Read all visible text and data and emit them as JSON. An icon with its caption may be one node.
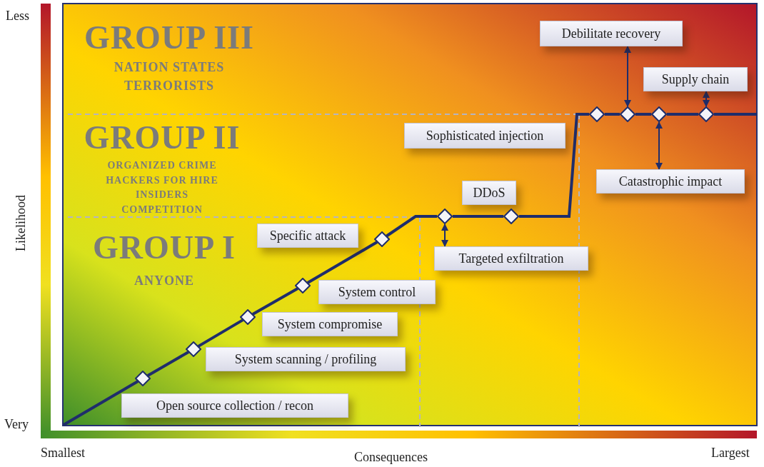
{
  "diagram": {
    "nodes": [
      {
        "text": [
          "Debilitate recovery"
        ]
      },
      {
        "text": [
          "Supply chain"
        ]
      },
      {
        "text": [
          "Sophisticated injection"
        ]
      },
      {
        "text": [
          "Catastrophic impact"
        ]
      },
      {
        "text": [
          "DDoS"
        ]
      },
      {
        "text": [
          "Targeted exfiltration"
        ]
      },
      {
        "text": [
          "Specific attack"
        ]
      },
      {
        "text": [
          "System control"
        ]
      },
      {
        "text": [
          "System compromise"
        ]
      },
      {
        "text": [
          "System scanning / profiling"
        ]
      },
      {
        "text": [
          "Open source collection / recon"
        ]
      },
      {
        "text": [],
        "shape": "diamond"
      },
      {
        "text": [],
        "shape": "diamond"
      },
      {
        "text": [],
        "shape": "diamond"
      },
      {
        "text": [],
        "shape": "diamond"
      },
      {
        "text": [],
        "shape": "diamond"
      },
      {
        "text": [],
        "shape": "diamond"
      },
      {
        "text": [],
        "shape": "diamond"
      },
      {
        "text": [],
        "shape": "diamond"
      },
      {
        "text": [],
        "shape": "diamond"
      },
      {
        "text": [],
        "shape": "diamond"
      },
      {
        "text": [],
        "shape": "diamond"
      }
    ],
    "edges": [
      {
        "from": null,
        "to": 11,
        "arrow": "none"
      },
      {
        "from": 11,
        "to": 12,
        "arrow": "none"
      },
      {
        "from": 12,
        "to": 13,
        "arrow": "none"
      },
      {
        "from": 13,
        "to": 14,
        "arrow": "none"
      },
      {
        "from": 14,
        "to": 15,
        "arrow": "none"
      },
      {
        "from": 15,
        "to": 16,
        "arrow": "none"
      },
      {
        "from": 16,
        "to": 17,
        "arrow": "none"
      },
      {
        "from": 17,
        "to": 18,
        "arrow": "none"
      },
      {
        "from": 18,
        "to": 19,
        "arrow": "none"
      },
      {
        "from": 19,
        "to": 20,
        "arrow": "none"
      },
      {
        "from": 20,
        "to": 21,
        "arrow": "none"
      },
      {
        "from": 21,
        "to": null,
        "arrow": "none"
      },
      {
        "from": 19,
        "to": 0,
        "arrow": "both"
      },
      {
        "from": 21,
        "to": 1,
        "arrow": "both"
      },
      {
        "from": 20,
        "to": 3,
        "arrow": "both"
      },
      {
        "from": 16,
        "to": 5,
        "arrow": "both"
      }
    ],
    "labels": [
      "Less",
      "Very",
      "Likelihood",
      "Smallest",
      "Consequences",
      "Largest",
      "GROUP III",
      "NATION STATES",
      "TERRORISTS",
      "GROUP II",
      "ORGANIZED CRIME",
      "HACKERS FOR HIRE",
      "INSIDERS",
      "COMPETITION",
      "GROUP I",
      "ANYONE"
    ]
  }
}
